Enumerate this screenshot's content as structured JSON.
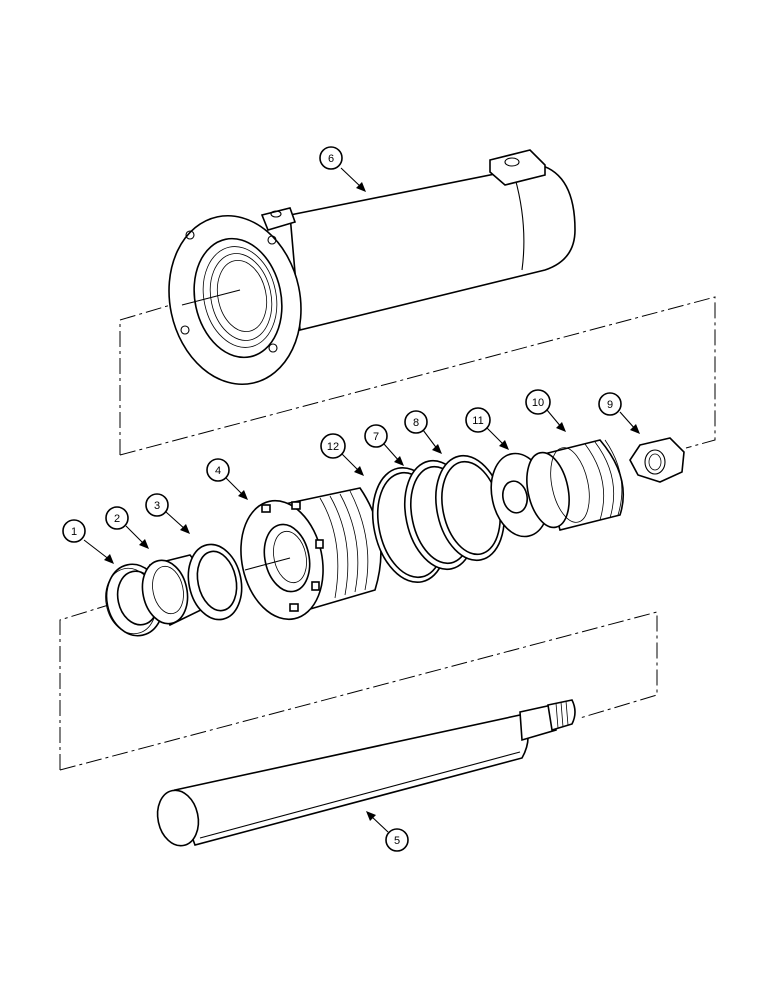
{
  "callouts": [
    {
      "label": "1",
      "part": "rod-wiper-seal"
    },
    {
      "label": "2",
      "part": "rod-bearing"
    },
    {
      "label": "3",
      "part": "o-ring"
    },
    {
      "label": "4",
      "part": "gland"
    },
    {
      "label": "5",
      "part": "rod"
    },
    {
      "label": "6",
      "part": "cylinder-barrel"
    },
    {
      "label": "7",
      "part": "piston-ring-a"
    },
    {
      "label": "8",
      "part": "piston-ring-b"
    },
    {
      "label": "9",
      "part": "nut"
    },
    {
      "label": "10",
      "part": "piston"
    },
    {
      "label": "11",
      "part": "washer"
    },
    {
      "label": "12",
      "part": "gland-o-ring"
    }
  ],
  "colors": {
    "line": "#000000",
    "background": "#ffffff"
  }
}
